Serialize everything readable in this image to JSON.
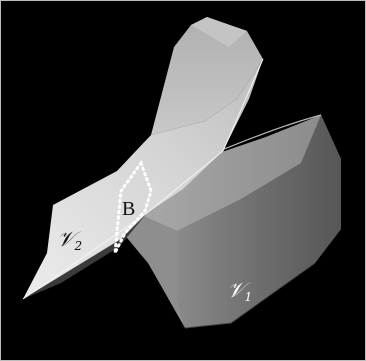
{
  "labels": {
    "v1_main": "𝒱",
    "v1_sub": "1",
    "v2_main": "𝒱",
    "v2_sub": "2",
    "boundary": "B"
  },
  "colors": {
    "background": "#000000",
    "frame": "#bdbdbd",
    "v1_label": "#ffffff",
    "v2_label": "#111111",
    "boundary_label": "#111111",
    "boundary_outline": "#ffffff"
  }
}
